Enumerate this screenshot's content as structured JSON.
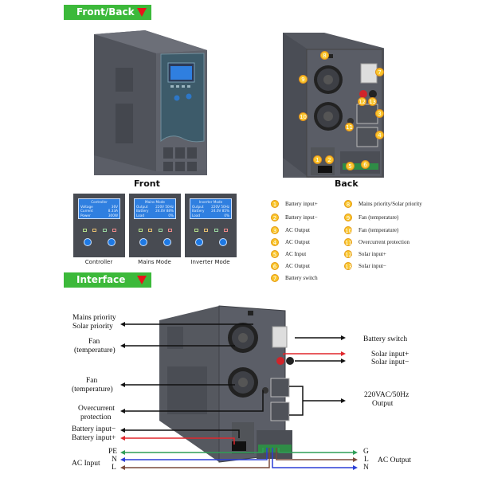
{
  "sections": {
    "front_back": {
      "title": "Front/Back"
    },
    "interface": {
      "title": "Interface"
    }
  },
  "captions": {
    "front": "Front",
    "back": "Back"
  },
  "colors": {
    "banner_green": "#3cb93a",
    "banner_arrow_red": "#e8131a",
    "device_gray": "#5a5d66",
    "lcd_blue": "#2f7fe0",
    "badge_yellow": "#f9c52c",
    "wire_black": "#111111",
    "wire_red": "#e0262c",
    "wire_green": "#2f9e57",
    "wire_blue": "#2b3fd6",
    "wire_brown": "#7a4a3c"
  },
  "panels": [
    {
      "label": "Controller",
      "screen_title": "Controller",
      "rows": [
        {
          "k": "Voltage",
          "v": "36V"
        },
        {
          "k": "Current",
          "v": "8.33A"
        },
        {
          "k": "Power",
          "v": "300W"
        }
      ]
    },
    {
      "label": "Mains Mode",
      "screen_title": "Mains Mode",
      "rows": [
        {
          "k": "Output",
          "v": "220V 50Hz"
        },
        {
          "k": "Battery",
          "v": "24.0V 88%"
        },
        {
          "k": "Load",
          "v": "0%"
        }
      ]
    },
    {
      "label": "Inverter Mode",
      "screen_title": "Inverter Mode",
      "rows": [
        {
          "k": "Output",
          "v": "220V 50Hz"
        },
        {
          "k": "Battery",
          "v": "24.0V 85%"
        },
        {
          "k": "Load",
          "v": "0%"
        }
      ]
    }
  ],
  "legend": [
    {
      "num": "1",
      "label": "Battery input+"
    },
    {
      "num": "2",
      "label": "Battery input−"
    },
    {
      "num": "3",
      "label": "AC Output"
    },
    {
      "num": "4",
      "label": "AC Output"
    },
    {
      "num": "5",
      "label": "AC Input"
    },
    {
      "num": "6",
      "label": "AC Output"
    },
    {
      "num": "7",
      "label": "Battery switch"
    },
    {
      "num": "8",
      "label": "Mains priority/Solar priority"
    },
    {
      "num": "9",
      "label": "Fan (temperature)"
    },
    {
      "num": "10",
      "label": "Fan (temperature)"
    },
    {
      "num": "11",
      "label": "Overcurrent protection"
    },
    {
      "num": "12",
      "label": "Solar input+"
    },
    {
      "num": "13",
      "label": "Solar input−"
    }
  ],
  "interface_labels": {
    "left": {
      "mains_priority": "Mains priority",
      "solar_priority": "Solar priority",
      "fan1_a": "Fan",
      "fan1_b": "(temperature)",
      "fan2_a": "Fan",
      "fan2_b": "(temperature)",
      "overcurrent_a": "Overcurrent",
      "overcurrent_b": "protection",
      "battery_minus": "Battery input−",
      "battery_plus": "Battery input+",
      "pe": "PE",
      "n": "N",
      "l": "L",
      "ac_input": "AC Input"
    },
    "right": {
      "battery_switch": "Battery switch",
      "solar_plus": "Solar input+",
      "solar_minus": "Solar input−",
      "output_a": "220VAC/50Hz",
      "output_b": "Output",
      "g": "G",
      "l": "L",
      "n": "N",
      "ac_output": "AC Output"
    }
  }
}
